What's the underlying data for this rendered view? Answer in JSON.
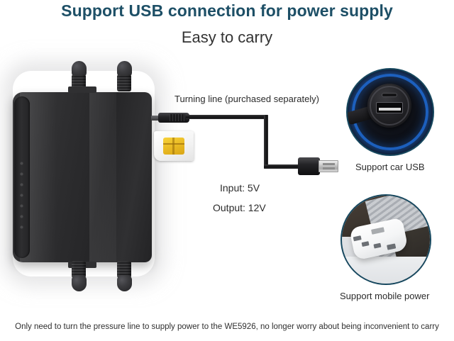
{
  "headline": "Support USB connection for power supply",
  "subhead": "Easy to carry",
  "labels": {
    "turning_line": "Turning line (purchased separately)",
    "input": "Input: 5V",
    "output": "Output: 12V"
  },
  "photos": [
    {
      "caption": "Support car USB",
      "icon": "car-usb-port-photo"
    },
    {
      "caption": "Support mobile power",
      "icon": "power-bank-photo"
    }
  ],
  "footer": "Only need to turn the pressure line to supply power to the WE5926, no longer worry about being inconvenient to carry",
  "device": {
    "name": "WE5926 router",
    "antenna_count": 4,
    "led_count": 7
  },
  "accessories": {
    "dc_plug": "dc-barrel-plug",
    "sim_card": "sim-card",
    "usb_plug": "usb-a-plug",
    "cable": "power-cable"
  },
  "colors": {
    "headline": "#1d4f66",
    "circle_border": "#17485f",
    "device_body": "#2c2c2e",
    "sim_chip": "#e8b822",
    "car_led_glow": "#206edc"
  }
}
